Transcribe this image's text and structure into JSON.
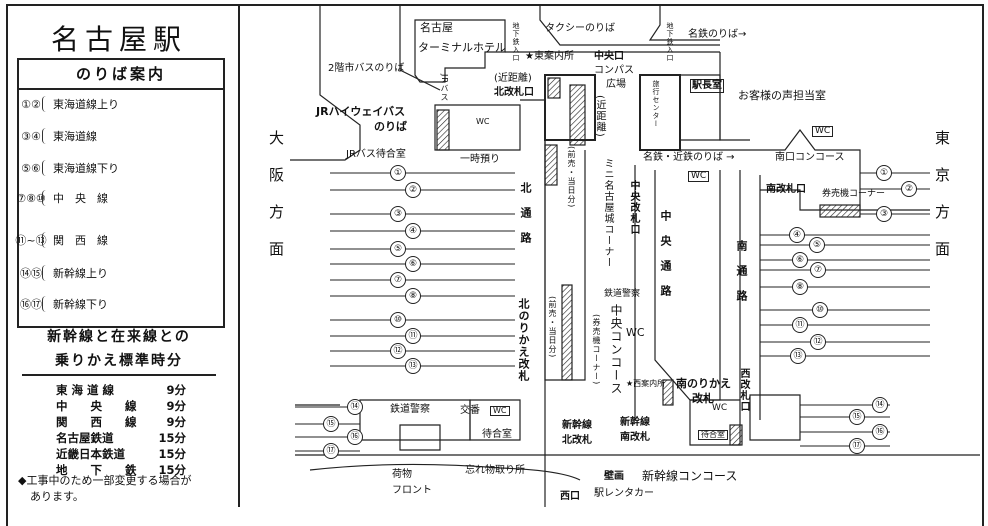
{
  "title": "名古屋駅",
  "guide": {
    "heading": "のりば案内",
    "rows": [
      {
        "numbers": "①②",
        "line": "東海道線上り"
      },
      {
        "numbers": "③④",
        "line": "東海道線"
      },
      {
        "numbers": "⑤⑥",
        "line": "東海道線下り"
      },
      {
        "numbers": "⑦⑧⑩",
        "line": "中　央　線"
      },
      {
        "numbers": "⑪~⑬",
        "line": "関　西　線"
      },
      {
        "numbers": "⑭⑮",
        "line": "新幹線上り"
      },
      {
        "numbers": "⑯⑰",
        "line": "新幹線下り"
      }
    ]
  },
  "transfer": {
    "title_1": "新幹線と在来線との",
    "title_2": "乗りかえ標準時分",
    "rows": [
      {
        "line": "東 海 道 線",
        "time": "9分"
      },
      {
        "line": "中　　央　　線",
        "time": "9分"
      },
      {
        "line": "関　　西　　線",
        "time": "9分"
      },
      {
        "line": "名古屋鉄道",
        "time": "15分"
      },
      {
        "line": "近畿日本鉄道",
        "time": "15分"
      },
      {
        "line": "地　　下　　鉄",
        "time": "15分"
      }
    ],
    "note_1": "◆工事中のため一部変更する場合が",
    "note_2": "あります。"
  },
  "map": {
    "osaka": "大阪方面",
    "tokyo": "東京方面",
    "labels": {
      "hotel_1": "名古屋",
      "hotel_2": "ターミナルホテル",
      "taxi": "タクシーのりば",
      "subway_n": "地下鉄入口",
      "subway_ne": "地下鉄入口",
      "meitetsu": "名鉄のりば→",
      "bus_2f": "2階市バスのりば",
      "jr_bus": "JRバス",
      "east_info": "★東案内所",
      "central_exit": "中央口",
      "compass_1": "コンパス",
      "compass_2": "広場",
      "short_dist_1": "(近距離)",
      "north_gate": "北改札口",
      "short_dist_2": "(近距離)",
      "highway_bus_1": "JRハイウェイバス",
      "highway_bus_2": "のりば",
      "jr_bus_wait": "JRバス待合室",
      "baggage_temp": "一時預り",
      "wc": "WC",
      "travel_center": "旅行センター",
      "stationmaster": "駅長室",
      "customer_voice": "お客様の声担当室",
      "meitetsu_kintetsu": "名鉄・近鉄のりば →",
      "south_concourse": "南口コンコース",
      "south_gate": "南改札口",
      "ticket_corner_1": "券売機コーナー",
      "mini_castle": "ミニ名古屋城コーナー",
      "advance_1": "(前売・当日分)",
      "central_gate": "中央改札口",
      "north_passage": "北通路",
      "central_passage": "中央通路",
      "south_passage": "南通路",
      "rail_police_1": "鉄道警察",
      "central_concourse": "中央コンコース",
      "north_transfer": "北のりかえ改札",
      "advance_2": "(前売・当日分)",
      "ticket_corner_2": "(券売機コーナー)",
      "west_info": "★西案内所",
      "south_transfer_1": "南のりかえ",
      "south_transfer_2": "改札",
      "west_gate": "西改札口",
      "rail_police_2": "鉄道警察",
      "police_box": "交番",
      "waiting_1": "待合室",
      "shinkansen_n_1": "新幹線",
      "shinkansen_n_2": "北改札",
      "shinkansen_s_1": "新幹線",
      "shinkansen_s_2": "南改札",
      "waiting_2": "待合室",
      "luggage_1": "荷物",
      "luggage_2": "フロント",
      "lost_found": "忘れ物取り所",
      "mural": "壁画",
      "shinkansen_concourse": "新幹線コンコース",
      "west_exit": "西口",
      "rent_a_car": "駅レンタカー"
    },
    "platforms_west": [
      "①",
      "②",
      "③",
      "④",
      "⑤",
      "⑥",
      "⑦",
      "⑧",
      "⑩",
      "⑪",
      "⑫",
      "⑬",
      "⑭",
      "⑮",
      "⑯",
      "⑰"
    ],
    "platforms_east": [
      "①",
      "②",
      "③",
      "④",
      "⑤",
      "⑥",
      "⑦",
      "⑧",
      "⑩",
      "⑪",
      "⑫",
      "⑬",
      "⑭",
      "⑮",
      "⑯",
      "⑰"
    ]
  }
}
